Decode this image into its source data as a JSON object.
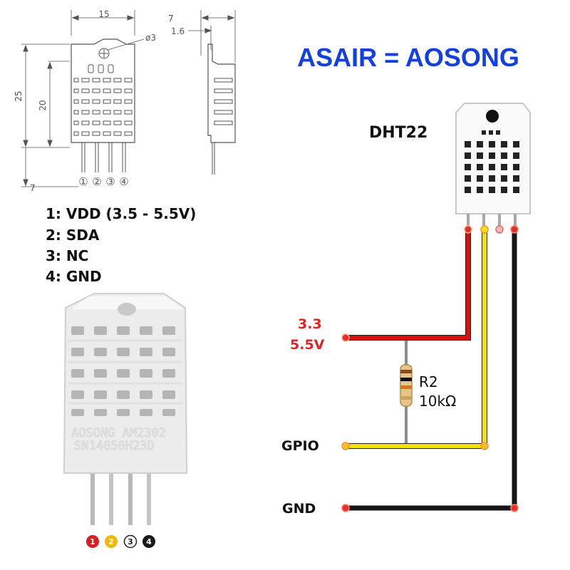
{
  "headline": "ASAIR = AOSONG",
  "dimensions": {
    "width": "15",
    "hole": "ø3",
    "height_total": "25",
    "height_body": "20",
    "pin_length": "7",
    "depth": "7",
    "thickness": "1.6"
  },
  "pin_circles": [
    "①",
    "②",
    "③",
    "④"
  ],
  "pinout": [
    "1: VDD (3.5 - 5.5V)",
    "2: SDA",
    "3: NC",
    "4: GND"
  ],
  "sensor_engraving": [
    "AOSONG AM2302",
    "SN14050H23D"
  ],
  "photo_pin_numbers": [
    "1",
    "2",
    "3",
    "4"
  ],
  "circuit": {
    "sensor_name": "DHT22",
    "supply_line1": "3.3",
    "supply_line2": "5.5V",
    "resistor_name": "R2",
    "resistor_value": "10kΩ",
    "gpio_label": "GPIO",
    "gnd_label": "GND"
  },
  "colors": {
    "headline": "#1440e0",
    "vdd_wire": "#d41010",
    "data_wire": "#f2e20a",
    "gnd_wire": "#151515",
    "supply_label": "#e02424"
  }
}
